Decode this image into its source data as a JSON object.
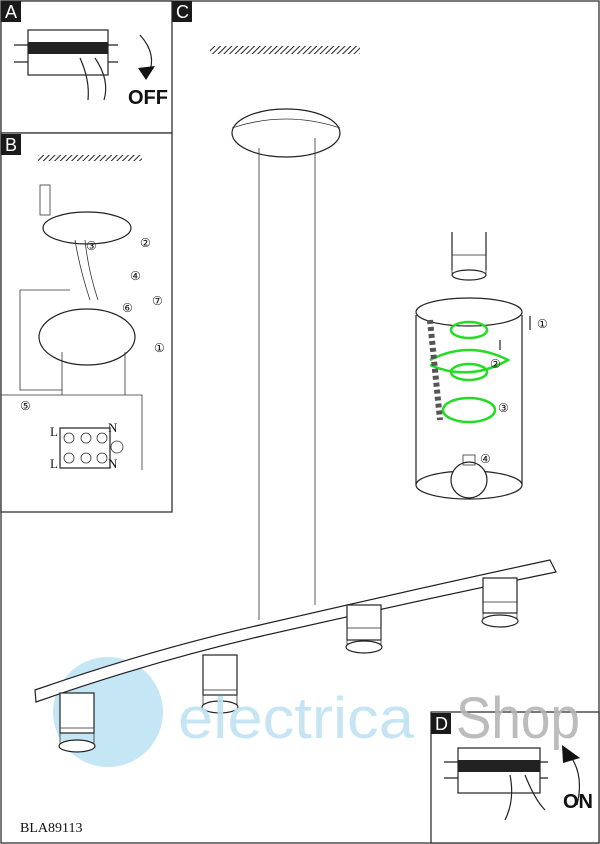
{
  "panels": {
    "a": {
      "label": "A",
      "switch_state": "OFF"
    },
    "b": {
      "label": "B",
      "steps": [
        "③",
        "②",
        "④",
        "⑥",
        "⑦",
        "①",
        "⑤"
      ],
      "terminal": {
        "live": "L",
        "neutral": "N"
      }
    },
    "c": {
      "label": "C",
      "steps": [
        "①",
        "②",
        "③",
        "④"
      ]
    },
    "d": {
      "label": "D",
      "switch_state": "ON"
    }
  },
  "model_code": "BLA89113",
  "watermark": {
    "part1": "electrica",
    "part2": "Shop"
  },
  "colors": {
    "label_bg": "#1a1a1a",
    "watermark_blue": "#bfe3f3",
    "watermark_gray": "#b5b5b5",
    "highlight_green": "#22dd22"
  }
}
